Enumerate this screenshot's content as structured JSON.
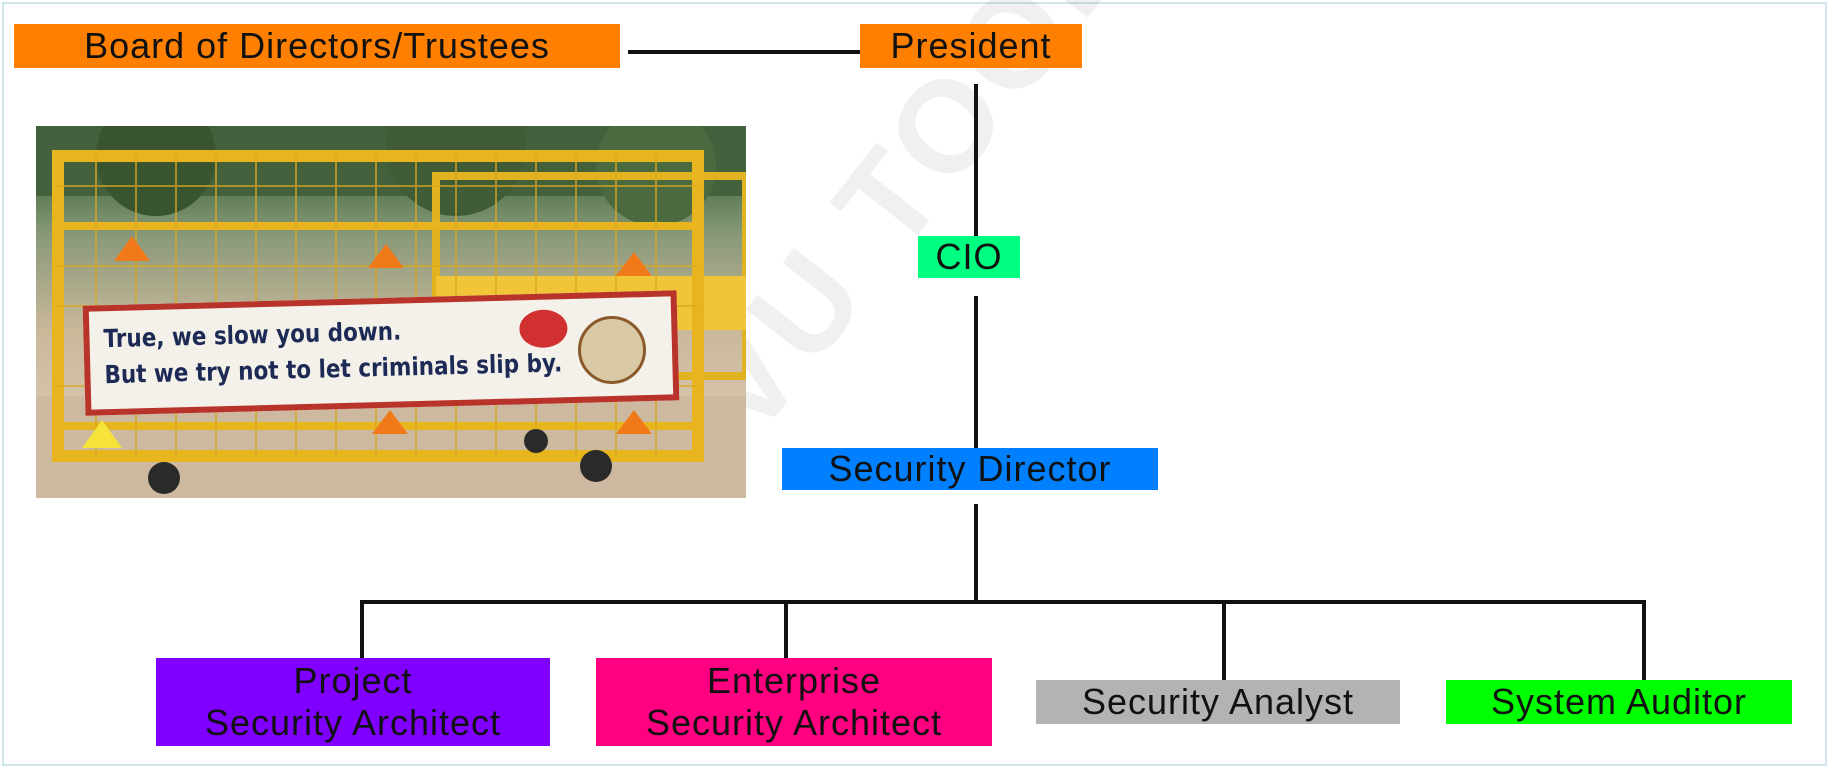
{
  "nodes": {
    "board": "Board of Directors/Trustees",
    "president": "President",
    "cio": "CIO",
    "security_director": "Security Director",
    "project_architect": [
      "Project",
      "Security Architect"
    ],
    "enterprise_architect": [
      "Enterprise",
      "Security Architect"
    ],
    "security_analyst": "Security Analyst",
    "system_auditor": "System Auditor"
  },
  "photo": {
    "banner_lines": [
      "True, we slow you down.",
      "But we try not to let criminals slip by."
    ]
  },
  "watermark": "VU TOOLKIT",
  "colors": {
    "board": "#ff7f00",
    "president": "#ff7f00",
    "cio": "#00ff80",
    "security_director": "#0080ff",
    "project_architect": "#8000ff",
    "enterprise_architect": "#ff0080",
    "security_analyst": "#b3b3b3",
    "system_auditor": "#00ff00"
  }
}
